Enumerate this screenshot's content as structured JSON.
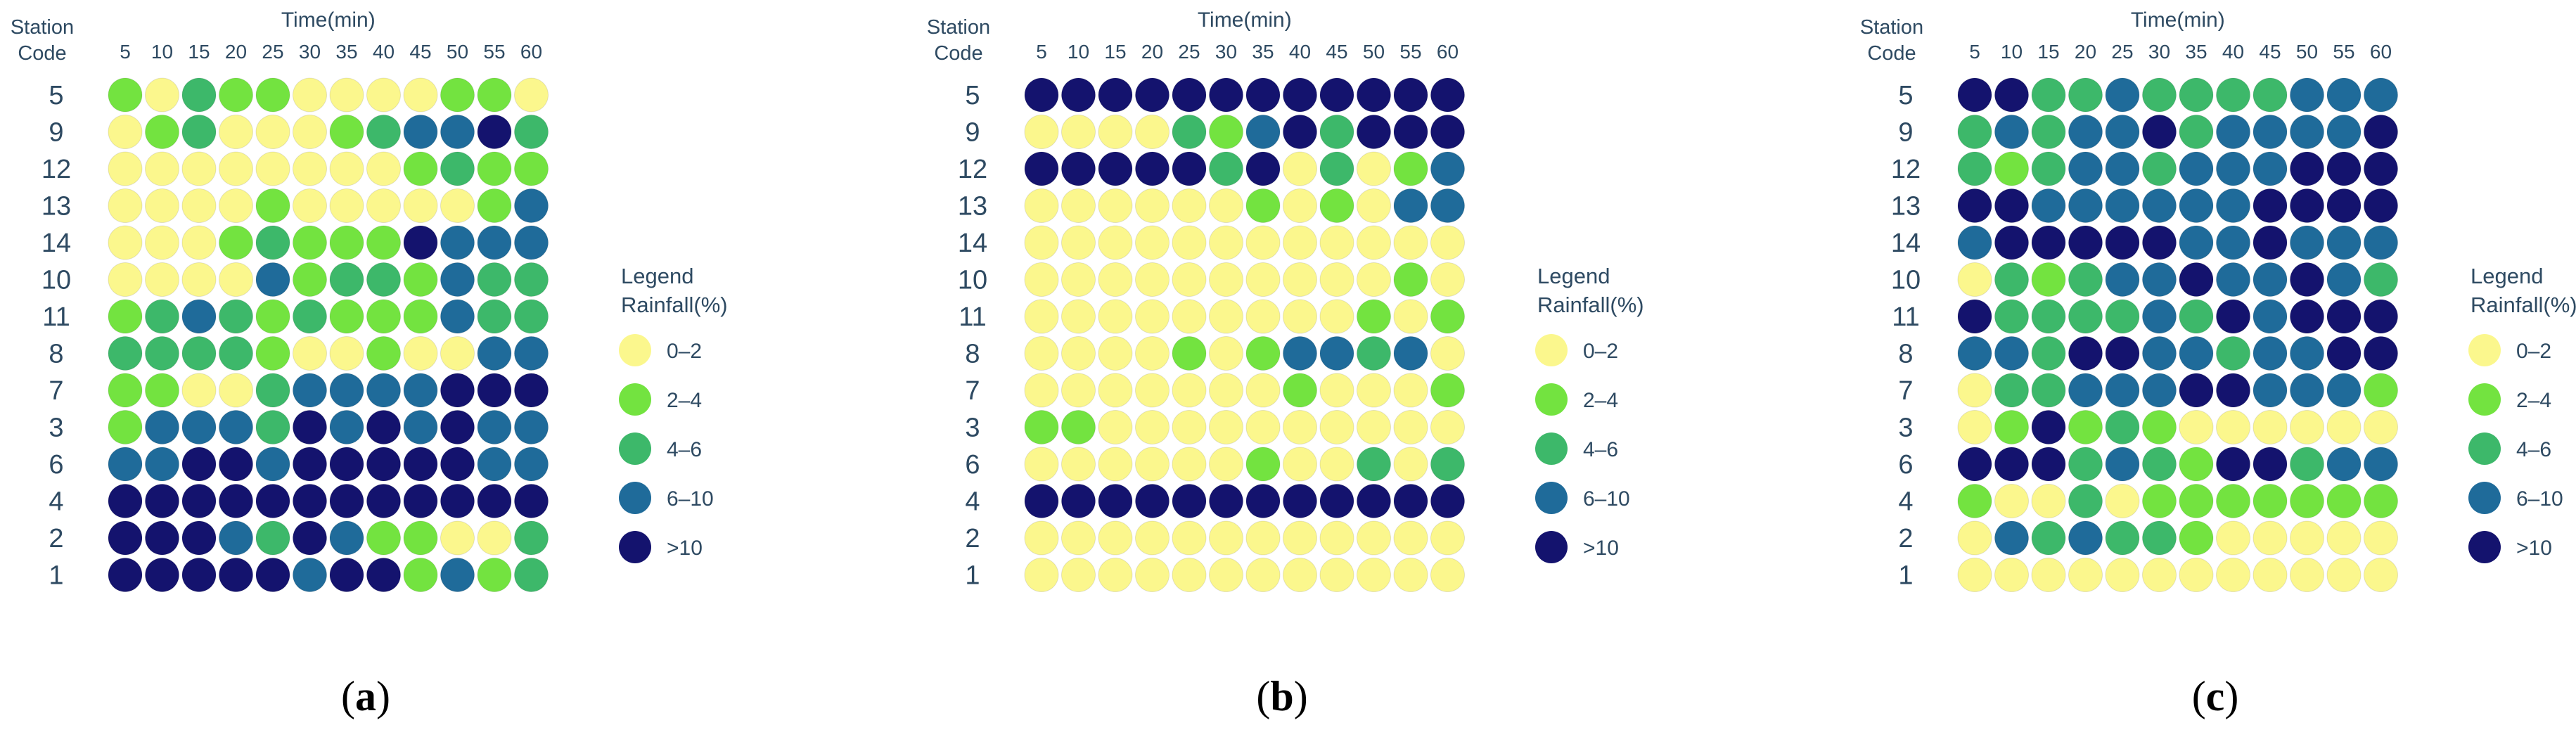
{
  "colors": {
    "0-2": "#fbf78d",
    "2-4": "#73e340",
    "4-6": "#3db86a",
    "6-10": "#1f6b9a",
    ">10": "#14136e",
    "text": "#2e4a62"
  },
  "chart_data": [
    {
      "type": "dot-matrix",
      "panel_label": "a",
      "xlabel": "Time(min)",
      "ylabel": "Station Code",
      "x": [
        5,
        10,
        15,
        20,
        25,
        30,
        35,
        40,
        45,
        50,
        55,
        60
      ],
      "y": [
        5,
        9,
        12,
        13,
        14,
        10,
        11,
        8,
        7,
        3,
        6,
        4,
        2,
        1
      ],
      "legend": {
        "title": "Legend",
        "subtitle": "Rainfall(%)",
        "categories": [
          "0–2",
          "2–4",
          "4–6",
          "6–10",
          ">10"
        ],
        "category_keys": [
          "0-2",
          "2-4",
          "4-6",
          "6-10",
          ">10"
        ]
      },
      "values": [
        [
          "2-4",
          "0-2",
          "4-6",
          "2-4",
          "2-4",
          "0-2",
          "0-2",
          "0-2",
          "0-2",
          "2-4",
          "2-4",
          "0-2"
        ],
        [
          "0-2",
          "2-4",
          "4-6",
          "0-2",
          "0-2",
          "0-2",
          "2-4",
          "4-6",
          "6-10",
          "6-10",
          ">10",
          "4-6"
        ],
        [
          "0-2",
          "0-2",
          "0-2",
          "0-2",
          "0-2",
          "0-2",
          "0-2",
          "0-2",
          "2-4",
          "4-6",
          "2-4",
          "2-4"
        ],
        [
          "0-2",
          "0-2",
          "0-2",
          "0-2",
          "2-4",
          "0-2",
          "0-2",
          "0-2",
          "0-2",
          "0-2",
          "2-4",
          "6-10"
        ],
        [
          "0-2",
          "0-2",
          "0-2",
          "2-4",
          "4-6",
          "2-4",
          "2-4",
          "2-4",
          ">10",
          "6-10",
          "6-10",
          "6-10"
        ],
        [
          "0-2",
          "0-2",
          "0-2",
          "0-2",
          "6-10",
          "2-4",
          "4-6",
          "4-6",
          "2-4",
          "6-10",
          "4-6",
          "4-6"
        ],
        [
          "2-4",
          "4-6",
          "6-10",
          "4-6",
          "2-4",
          "4-6",
          "2-4",
          "2-4",
          "2-4",
          "6-10",
          "4-6",
          "4-6"
        ],
        [
          "4-6",
          "4-6",
          "4-6",
          "4-6",
          "2-4",
          "0-2",
          "0-2",
          "2-4",
          "0-2",
          "0-2",
          "6-10",
          "6-10"
        ],
        [
          "2-4",
          "2-4",
          "0-2",
          "0-2",
          "4-6",
          "6-10",
          "6-10",
          "6-10",
          "6-10",
          ">10",
          ">10",
          ">10"
        ],
        [
          "2-4",
          "6-10",
          "6-10",
          "6-10",
          "4-6",
          ">10",
          "6-10",
          ">10",
          "6-10",
          ">10",
          "6-10",
          "6-10"
        ],
        [
          "6-10",
          "6-10",
          ">10",
          ">10",
          "6-10",
          ">10",
          ">10",
          ">10",
          ">10",
          ">10",
          "6-10",
          "6-10"
        ],
        [
          ">10",
          ">10",
          ">10",
          ">10",
          ">10",
          ">10",
          ">10",
          ">10",
          ">10",
          ">10",
          ">10",
          ">10"
        ],
        [
          ">10",
          ">10",
          ">10",
          "6-10",
          "4-6",
          ">10",
          "6-10",
          "2-4",
          "2-4",
          "0-2",
          "0-2",
          "4-6"
        ],
        [
          ">10",
          ">10",
          ">10",
          ">10",
          ">10",
          "6-10",
          ">10",
          ">10",
          "2-4",
          "6-10",
          "2-4",
          "4-6"
        ]
      ]
    },
    {
      "type": "dot-matrix",
      "panel_label": "b",
      "xlabel": "Time(min)",
      "ylabel": "Station Code",
      "x": [
        5,
        10,
        15,
        20,
        25,
        30,
        35,
        40,
        45,
        50,
        55,
        60
      ],
      "y": [
        5,
        9,
        12,
        13,
        14,
        10,
        11,
        8,
        7,
        3,
        6,
        4,
        2,
        1
      ],
      "legend": {
        "title": "Legend",
        "subtitle": "Rainfall(%)",
        "categories": [
          "0–2",
          "2–4",
          "4–6",
          "6–10",
          ">10"
        ],
        "category_keys": [
          "0-2",
          "2-4",
          "4-6",
          "6-10",
          ">10"
        ]
      },
      "values": [
        [
          ">10",
          ">10",
          ">10",
          ">10",
          ">10",
          ">10",
          ">10",
          ">10",
          ">10",
          ">10",
          ">10",
          ">10"
        ],
        [
          "0-2",
          "0-2",
          "0-2",
          "0-2",
          "4-6",
          "2-4",
          "6-10",
          ">10",
          "4-6",
          ">10",
          ">10",
          ">10"
        ],
        [
          ">10",
          ">10",
          ">10",
          ">10",
          ">10",
          "4-6",
          ">10",
          "0-2",
          "4-6",
          "0-2",
          "2-4",
          "6-10"
        ],
        [
          "0-2",
          "0-2",
          "0-2",
          "0-2",
          "0-2",
          "0-2",
          "2-4",
          "0-2",
          "2-4",
          "0-2",
          "6-10",
          "6-10"
        ],
        [
          "0-2",
          "0-2",
          "0-2",
          "0-2",
          "0-2",
          "0-2",
          "0-2",
          "0-2",
          "0-2",
          "0-2",
          "0-2",
          "0-2"
        ],
        [
          "0-2",
          "0-2",
          "0-2",
          "0-2",
          "0-2",
          "0-2",
          "0-2",
          "0-2",
          "0-2",
          "0-2",
          "2-4",
          "0-2"
        ],
        [
          "0-2",
          "0-2",
          "0-2",
          "0-2",
          "0-2",
          "0-2",
          "0-2",
          "0-2",
          "0-2",
          "2-4",
          "0-2",
          "2-4"
        ],
        [
          "0-2",
          "0-2",
          "0-2",
          "0-2",
          "2-4",
          "0-2",
          "2-4",
          "6-10",
          "6-10",
          "4-6",
          "6-10",
          "0-2"
        ],
        [
          "0-2",
          "0-2",
          "0-2",
          "0-2",
          "0-2",
          "0-2",
          "0-2",
          "2-4",
          "0-2",
          "0-2",
          "0-2",
          "2-4"
        ],
        [
          "2-4",
          "2-4",
          "0-2",
          "0-2",
          "0-2",
          "0-2",
          "0-2",
          "0-2",
          "0-2",
          "0-2",
          "0-2",
          "0-2"
        ],
        [
          "0-2",
          "0-2",
          "0-2",
          "0-2",
          "0-2",
          "0-2",
          "2-4",
          "0-2",
          "0-2",
          "4-6",
          "0-2",
          "4-6"
        ],
        [
          ">10",
          ">10",
          ">10",
          ">10",
          ">10",
          ">10",
          ">10",
          ">10",
          ">10",
          ">10",
          ">10",
          ">10"
        ],
        [
          "0-2",
          "0-2",
          "0-2",
          "0-2",
          "0-2",
          "0-2",
          "0-2",
          "0-2",
          "0-2",
          "0-2",
          "0-2",
          "0-2"
        ],
        [
          "0-2",
          "0-2",
          "0-2",
          "0-2",
          "0-2",
          "0-2",
          "0-2",
          "0-2",
          "0-2",
          "0-2",
          "0-2",
          "0-2"
        ]
      ]
    },
    {
      "type": "dot-matrix",
      "panel_label": "c",
      "xlabel": "Time(min)",
      "ylabel": "Station Code",
      "x": [
        5,
        10,
        15,
        20,
        25,
        30,
        35,
        40,
        45,
        50,
        55,
        60
      ],
      "y": [
        5,
        9,
        12,
        13,
        14,
        10,
        11,
        8,
        7,
        3,
        6,
        4,
        2,
        1
      ],
      "legend": {
        "title": "Legend",
        "subtitle": "Rainfall(%)",
        "categories": [
          "0–2",
          "2–4",
          "4–6",
          "6–10",
          ">10"
        ],
        "category_keys": [
          "0-2",
          "2-4",
          "4-6",
          "6-10",
          ">10"
        ]
      },
      "values": [
        [
          ">10",
          ">10",
          "4-6",
          "4-6",
          "6-10",
          "4-6",
          "4-6",
          "4-6",
          "4-6",
          "6-10",
          "6-10",
          "6-10"
        ],
        [
          "4-6",
          "6-10",
          "4-6",
          "6-10",
          "6-10",
          ">10",
          "4-6",
          "6-10",
          "6-10",
          "6-10",
          "6-10",
          ">10"
        ],
        [
          "4-6",
          "2-4",
          "4-6",
          "6-10",
          "6-10",
          "4-6",
          "6-10",
          "6-10",
          "6-10",
          ">10",
          ">10",
          ">10"
        ],
        [
          ">10",
          ">10",
          "6-10",
          "6-10",
          "6-10",
          "6-10",
          "6-10",
          "6-10",
          ">10",
          ">10",
          ">10",
          ">10"
        ],
        [
          "6-10",
          ">10",
          ">10",
          ">10",
          ">10",
          ">10",
          "6-10",
          "6-10",
          ">10",
          "6-10",
          "6-10",
          "6-10"
        ],
        [
          "0-2",
          "4-6",
          "2-4",
          "4-6",
          "6-10",
          "6-10",
          ">10",
          "6-10",
          "6-10",
          ">10",
          "6-10",
          "4-6"
        ],
        [
          ">10",
          "4-6",
          "4-6",
          "4-6",
          "4-6",
          "6-10",
          "4-6",
          ">10",
          "6-10",
          ">10",
          ">10",
          ">10"
        ],
        [
          "6-10",
          "6-10",
          "4-6",
          ">10",
          ">10",
          "6-10",
          "6-10",
          "4-6",
          "6-10",
          "6-10",
          ">10",
          ">10"
        ],
        [
          "0-2",
          "4-6",
          "4-6",
          "6-10",
          "6-10",
          "6-10",
          ">10",
          ">10",
          "6-10",
          "6-10",
          "6-10",
          "2-4"
        ],
        [
          "0-2",
          "2-4",
          ">10",
          "2-4",
          "4-6",
          "2-4",
          "0-2",
          "0-2",
          "0-2",
          "0-2",
          "0-2",
          "0-2"
        ],
        [
          ">10",
          ">10",
          ">10",
          "4-6",
          "6-10",
          "4-6",
          "2-4",
          ">10",
          ">10",
          "4-6",
          "6-10",
          "6-10"
        ],
        [
          "2-4",
          "0-2",
          "0-2",
          "4-6",
          "0-2",
          "2-4",
          "2-4",
          "2-4",
          "2-4",
          "2-4",
          "2-4",
          "2-4"
        ],
        [
          "0-2",
          "6-10",
          "4-6",
          "6-10",
          "4-6",
          "4-6",
          "2-4",
          "0-2",
          "0-2",
          "0-2",
          "0-2",
          "0-2"
        ],
        [
          "0-2",
          "0-2",
          "0-2",
          "0-2",
          "0-2",
          "0-2",
          "0-2",
          "0-2",
          "0-2",
          "0-2",
          "0-2",
          "0-2"
        ]
      ]
    }
  ]
}
